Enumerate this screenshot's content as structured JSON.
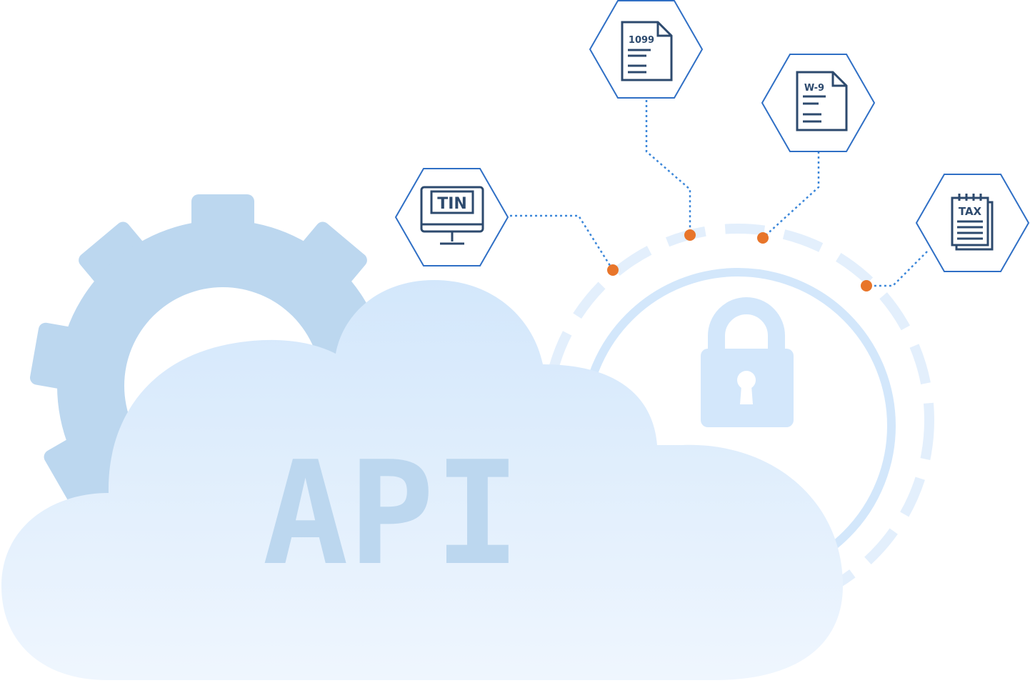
{
  "cloud": {
    "label": "API"
  },
  "nodes": [
    {
      "id": "tin",
      "label": "TIN",
      "icon": "monitor-icon"
    },
    {
      "id": "form-1099",
      "label": "1099",
      "icon": "document-icon"
    },
    {
      "id": "form-w9",
      "label": "W-9",
      "icon": "document-icon"
    },
    {
      "id": "tax",
      "label": "TAX",
      "icon": "notepad-icon"
    }
  ],
  "colors": {
    "gear": "#bcd7ef",
    "cloud_top": "#d3e7fb",
    "cloud_bottom": "#eef6fe",
    "api_text": "#bcd7ef",
    "ring": "#d6e9fc",
    "lock": "#d3e7fb",
    "hexagon_stroke": "#2f6fc5",
    "icon_stroke": "#2d4a6e",
    "connector": "#3c87d9",
    "dot": "#e8752a"
  }
}
